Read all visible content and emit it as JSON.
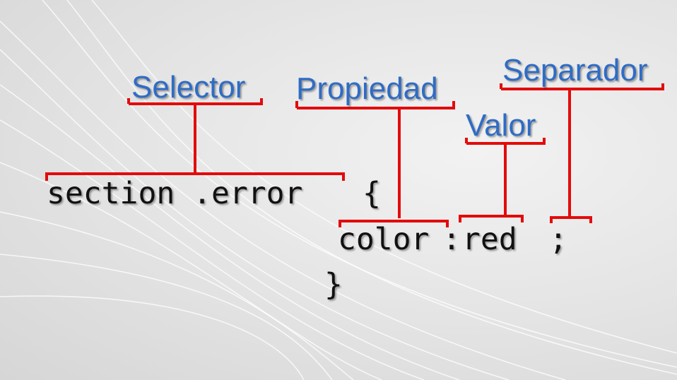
{
  "labels": {
    "selector": "Selector",
    "propiedad": "Propiedad",
    "valor": "Valor",
    "separador": "Separador"
  },
  "code": {
    "line1_selector": "section .error",
    "line1_brace": "{",
    "line2_property": "color",
    "line2_colon": ":",
    "line2_value": "red",
    "line2_semicolon": ";",
    "line3_brace": "}"
  },
  "colors": {
    "label": "#2f6cc4",
    "bracket": "#e30b0b",
    "code": "#111111"
  }
}
